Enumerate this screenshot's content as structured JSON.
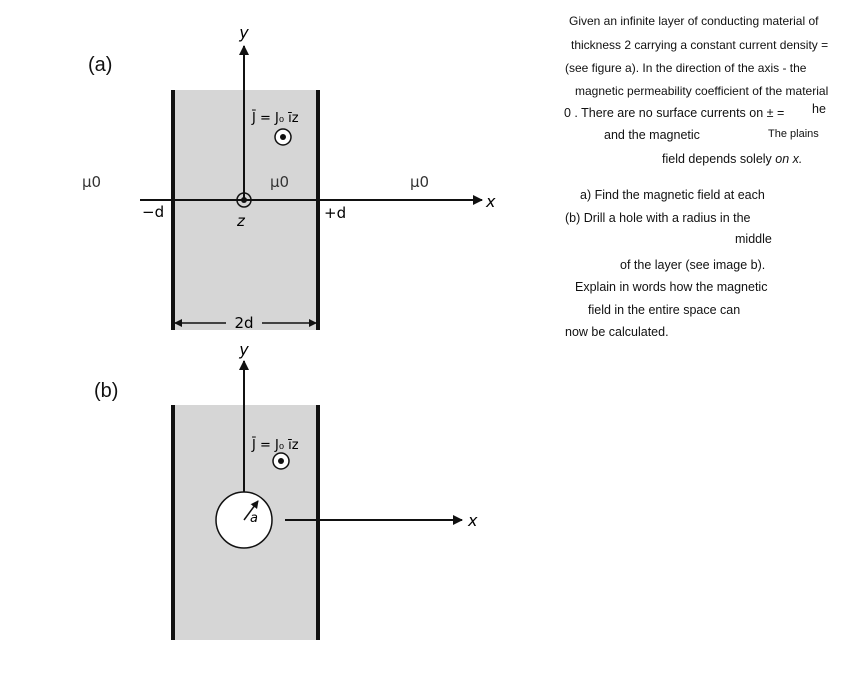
{
  "figure": {
    "panel_a_label": "(a)",
    "panel_b_label": "(b)",
    "mu_left": "μ0",
    "mu_mid": "μ0",
    "mu_right": "μ0",
    "y_label_a": "y",
    "y_label_b": "y",
    "x_label_a": "x",
    "x_label_b": "x",
    "z_label": "z",
    "minus_d": "−d",
    "plus_d": "+d",
    "width_label": "2d",
    "current_a": "J̄ = J₀ īz",
    "current_b": "J̄ = J₀ īz",
    "radius_label": "a"
  },
  "problem_text": {
    "l1": "Given an infinite layer of conducting material of",
    "l2": "thickness 2 carrying a constant current density =",
    "l3": "(see figure a). In the direction of the axis - the",
    "l4": "magnetic permeability coefficient of the material",
    "l5a": "0 . There are no surface currents on ± =",
    "l5b": "he",
    "l6a": "and the magnetic",
    "l6b": "The plains",
    "l7a": "field depends solely ",
    "l7b": "on x.",
    "l8": "a) Find the magnetic field at each",
    "l9": "(b) Drill a hole with a radius in the",
    "l10": "middle",
    "l11": "of the layer (see image b).",
    "l12": "Explain in words how the magnetic",
    "l13": "field in the entire space can",
    "l14": "now be calculated."
  }
}
